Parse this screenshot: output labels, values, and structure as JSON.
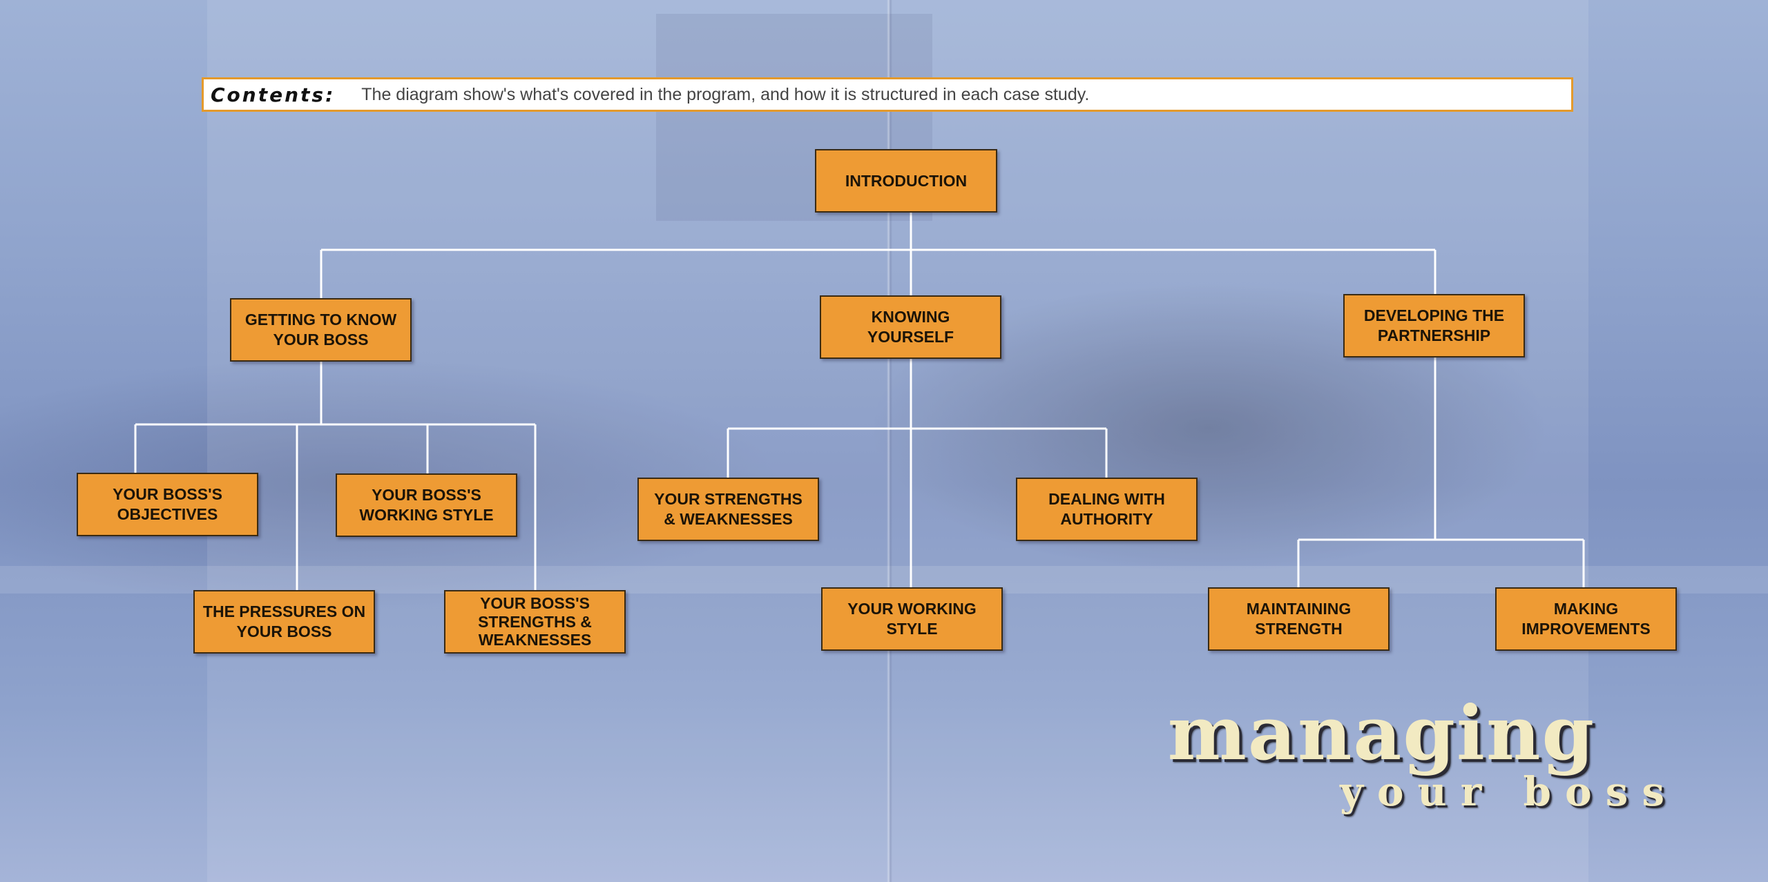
{
  "contents": {
    "label": "Contents:",
    "description": "The diagram show's what's covered in the program, and how it is structured in each case study."
  },
  "colors": {
    "box_fill": "#ee9b34",
    "box_border": "#3a2a12",
    "connector": "#ffffff",
    "contents_border": "#e49a2c",
    "title": "#f2eac2"
  },
  "diagram": {
    "nodes": {
      "introduction": "INTRODUCTION",
      "getting_to_know": "GETTING TO KNOW\nYOUR BOSS",
      "knowing_yourself": "KNOWING\nYOURSELF",
      "developing_partnership": "DEVELOPING THE\nPARTNERSHIP",
      "boss_objectives": "YOUR BOSS'S\nOBJECTIVES",
      "boss_working_style": "YOUR BOSS'S\nWORKING STYLE",
      "pressures_on_boss": "THE PRESSURES ON\nYOUR BOSS",
      "boss_strengths": "YOUR BOSS'S\nSTRENGTHS &\nWEAKNESSES",
      "your_strengths": "YOUR STRENGTHS\n& WEAKNESSES",
      "dealing_authority": "DEALING WITH\nAUTHORITY",
      "your_working_style": "YOUR WORKING\nSTYLE",
      "maintaining_strength": "MAINTAINING\nSTRENGTH",
      "making_improvements": "MAKING\nIMPROVEMENTS"
    },
    "edges": [
      [
        "introduction",
        "getting_to_know"
      ],
      [
        "introduction",
        "knowing_yourself"
      ],
      [
        "introduction",
        "developing_partnership"
      ],
      [
        "getting_to_know",
        "boss_objectives"
      ],
      [
        "getting_to_know",
        "boss_working_style"
      ],
      [
        "getting_to_know",
        "pressures_on_boss"
      ],
      [
        "getting_to_know",
        "boss_strengths"
      ],
      [
        "knowing_yourself",
        "your_strengths"
      ],
      [
        "knowing_yourself",
        "dealing_authority"
      ],
      [
        "knowing_yourself",
        "your_working_style"
      ],
      [
        "developing_partnership",
        "maintaining_strength"
      ],
      [
        "developing_partnership",
        "making_improvements"
      ]
    ]
  },
  "title": {
    "main": "managing",
    "sub": "your boss"
  }
}
